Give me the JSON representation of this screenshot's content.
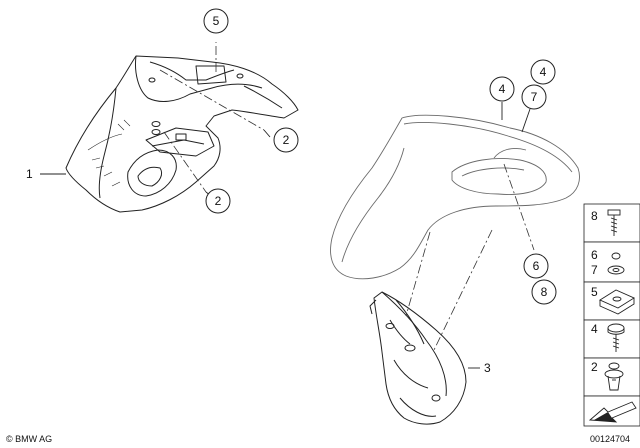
{
  "callouts": {
    "c5_top": "5",
    "c2_right": "2",
    "c2_lower": "2",
    "c4_a": "4",
    "c4_b": "4",
    "c7": "7",
    "c6": "6",
    "c8": "8"
  },
  "leaders": {
    "l1": "1",
    "l3": "3"
  },
  "legend": {
    "items": [
      {
        "labels": [
          "8"
        ],
        "icon": "screw-icon"
      },
      {
        "labels": [
          "6",
          "7"
        ],
        "icon": "washer-icon"
      },
      {
        "labels": [
          "5"
        ],
        "icon": "clip-nut-icon"
      },
      {
        "labels": [
          "4"
        ],
        "icon": "bolt-icon"
      },
      {
        "labels": [
          "2"
        ],
        "icon": "expansion-rivet-icon"
      },
      {
        "labels": [],
        "icon": "arrow-symbol-icon"
      }
    ]
  },
  "footer": {
    "copyright": "© BMW AG",
    "image_number": "00124704"
  }
}
